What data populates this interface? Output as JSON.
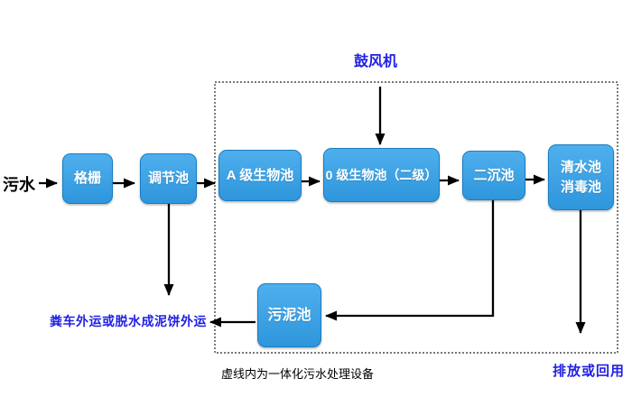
{
  "diagram": {
    "labels": {
      "influent": "污水",
      "blower": "鼓风机",
      "sludge_disposal": "粪车外运或脱水成泥饼外运",
      "boundary_caption": "虚线内为一体化污水处理设备",
      "discharge": "排放或回用"
    },
    "nodes": {
      "grid": "格栅",
      "regulating_tank": "调节池",
      "a_bio_tank": "A 级生物池",
      "o_bio_tank": "0 级生物池（二级）",
      "secondary_clarifier": "二沉池",
      "clear_water_line1": "清水池",
      "clear_water_line2": "消毒池",
      "sludge_tank": "污泥池"
    },
    "colors": {
      "box-fill-top": "#4FAFED",
      "box-fill-bottom": "#2E96DC",
      "box-border": "#1A7CC0",
      "label-blue": "#1F1FE6",
      "ink": "#000000"
    }
  }
}
